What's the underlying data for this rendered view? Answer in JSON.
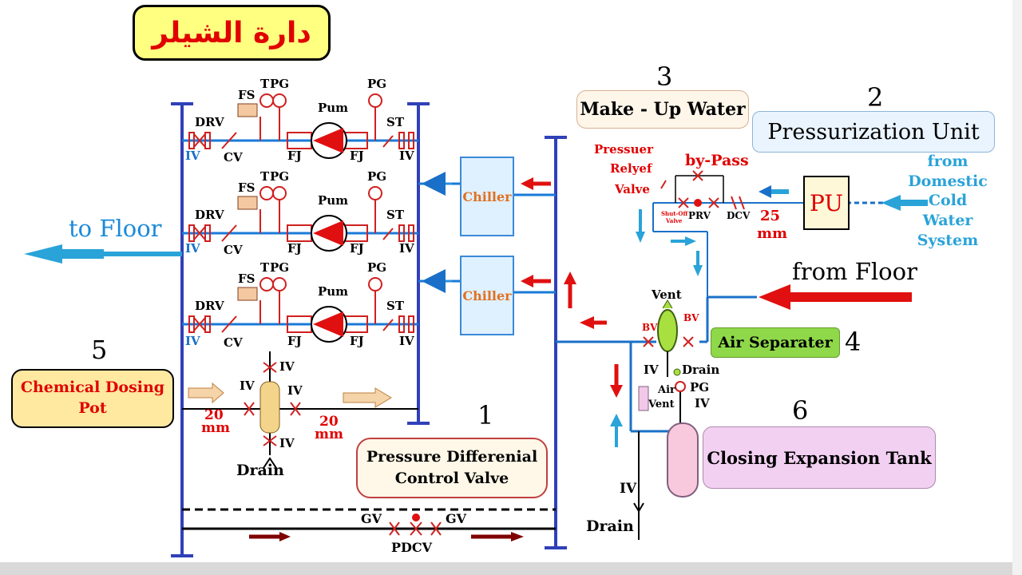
{
  "title": "دارة الشيلر",
  "boxes": {
    "makeup": "Make - Up Water",
    "pressurization": "Pressurization Unit",
    "pu": "PU",
    "chemical_line1": "Chemical Dosing",
    "chemical_line2": "Pot",
    "pdcv_line1": "Pressure Differenial",
    "pdcv_line2": "Control Valve",
    "air_separater": "Air Separater",
    "expansion_tank": "Closing Expansion Tank",
    "chiller": "Chiller"
  },
  "numbers": {
    "n1": "1",
    "n2": "2",
    "n3": "3",
    "n4": "4",
    "n5": "5",
    "n6": "6"
  },
  "labels": {
    "to_floor": "to Floor",
    "from_floor": "from Floor",
    "domestic_1": "from Domestic",
    "domestic_2": "Cold",
    "domestic_3": "Water",
    "domestic_4": "System",
    "prv_1": "Pressuer",
    "prv_2": "Relyef",
    "prv_3": "Valve",
    "bypass": "by-Pass",
    "shutoff_1": "Shut-Off",
    "shutoff_2": "Valve",
    "prv": "PRV",
    "dcv": "DCV",
    "mm25_1": "25",
    "mm25_2": "mm",
    "drv": "DRV",
    "fs": "FS",
    "t": "T",
    "pg": "PG",
    "pum": "Pum",
    "st": "ST",
    "iv": "IV",
    "cv": "CV",
    "fj": "FJ",
    "mm20_a1": "20",
    "mm20_a2": "mm",
    "mm20_b1": "20",
    "mm20_b2": "mm",
    "drain": "Drain",
    "vent": "Vent",
    "bv": "BV",
    "air": "Air",
    "gv": "GV",
    "pdcv": "PDCV"
  }
}
